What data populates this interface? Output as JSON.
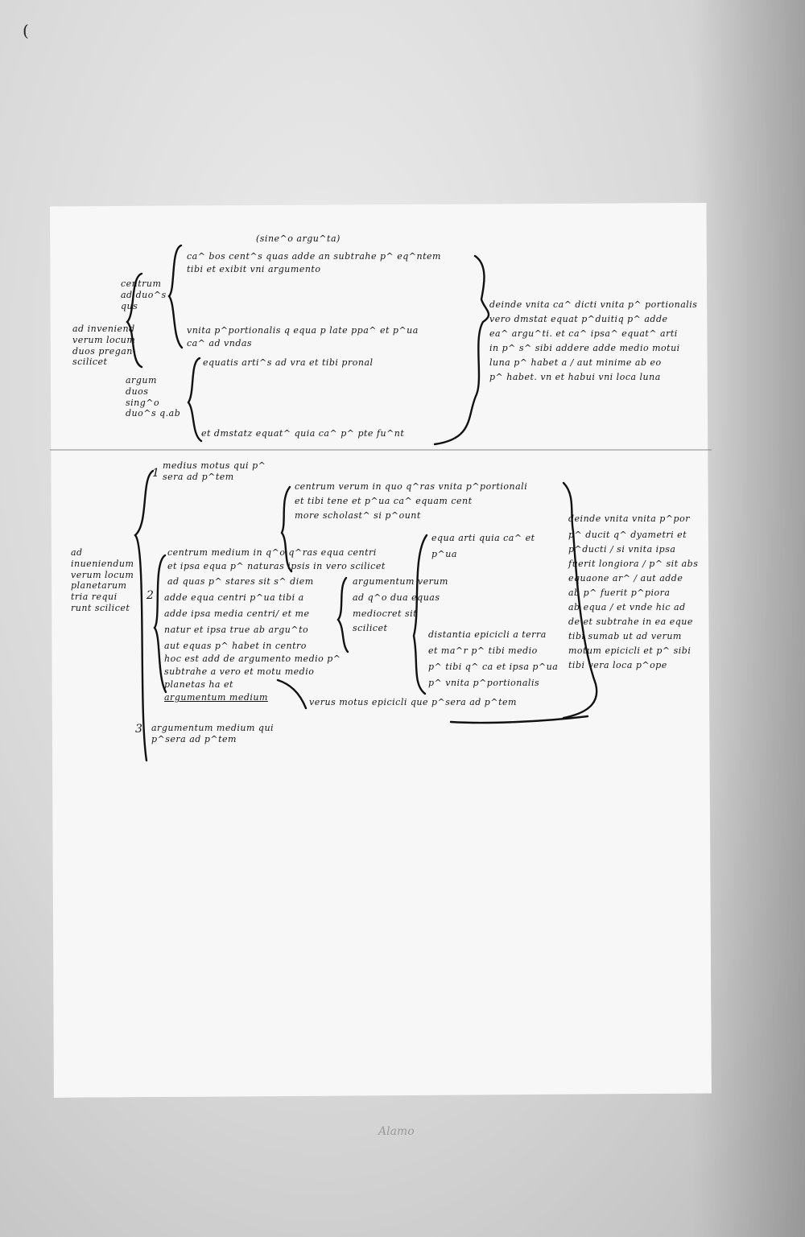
{
  "page": {
    "shelf_mark": "(",
    "bottom_faint": "Alamo",
    "numerals": [
      "1",
      "2",
      "3"
    ]
  },
  "diagram_top": {
    "heading": "(sine^o argu^ta)",
    "left_label": "ad inveniend verum locum duos pregan- scilicet",
    "branch_a_label": "centrum ad duo^s qus",
    "branch_b_label": "argum duos sing^o duo^s q.ab",
    "lines": [
      "ca^ bos cent^s quas adde an subtrahe p^ eq^ntem",
      "tibi et exibit vni argumento",
      "vnita p^portionalis q equa p late ppa^ et p^ua",
      "ca^ ad vndas",
      "equatis arti^s ad vra et tibi pronal",
      "et dmstatz equat^ quia ca^ p^ pte fu^nt"
    ],
    "right_block": [
      "deinde vnita ca^ dicti vnita p^ portionalis",
      "vero dmstat equat p^duitiq p^ adde",
      "ea^ argu^ti. et ca^ ipsa^ equat^ arti",
      "in p^ s^ sibi addere adde medio motui",
      "luna p^ habet a / aut minime ab eo",
      "p^ habet. vn et habui vni loca luna"
    ]
  },
  "diagram_bottom": {
    "left_label": "ad inueniendum verum locum planetarum tria requi runt scilicet",
    "item1": "medius motus qui p^ sera ad p^tem",
    "item3": "argumentum medium qui p^sera ad p^tem",
    "center_block": [
      "centrum verum in quo q^ras vnita p^portionali",
      "et tibi tene et p^ua ca^ equam cent",
      "more scholast^ si p^ount"
    ],
    "left_block": [
      "centrum medium in q^o q^ras equa centri",
      "et ipsa equa p^ naturas ipsis in vero scilicet",
      "ad quas p^ stares sit s^ diem",
      "adde equa centri p^ua tibi a",
      "adde ipsa media centri/ et me",
      "natur et ipsa true ab argu^to",
      "aut equas p^ habet in centro",
      "hoc est add de argumento medio p^",
      "subtrahe a vero et motu medio",
      "planetas ha et",
      "argumentum medium"
    ],
    "argument_block": [
      "argumentum verum",
      "ad q^o dua equas",
      "mediocret sit",
      "scilicet"
    ],
    "equat_block": [
      "equa arti quia ca^ et",
      "p^ua"
    ],
    "distant_block": [
      "distantia epicicli a terra",
      "et ma^r p^ tibi medio",
      "p^ tibi q^ ca et ipsa p^ua",
      "p^ vnita p^portionalis"
    ],
    "verus_line": "verus motus epicicli que p^sera ad p^tem",
    "right_block": [
      "deinde vnita vnita p^por",
      "p^ ducit q^ dyametri et",
      "p^ducti / si vnita ipsa",
      "fuerit longiora / p^ sit abs",
      "equaone ar^ / aut adde",
      "ab p^ fuerit p^piora",
      "ab equa / et vnde hic ad",
      "de et subtrahe in ea eque",
      "tibi sumab ut ad verum",
      "motum epicicli et p^ sibi",
      "tibi vera loca p^ope"
    ]
  }
}
